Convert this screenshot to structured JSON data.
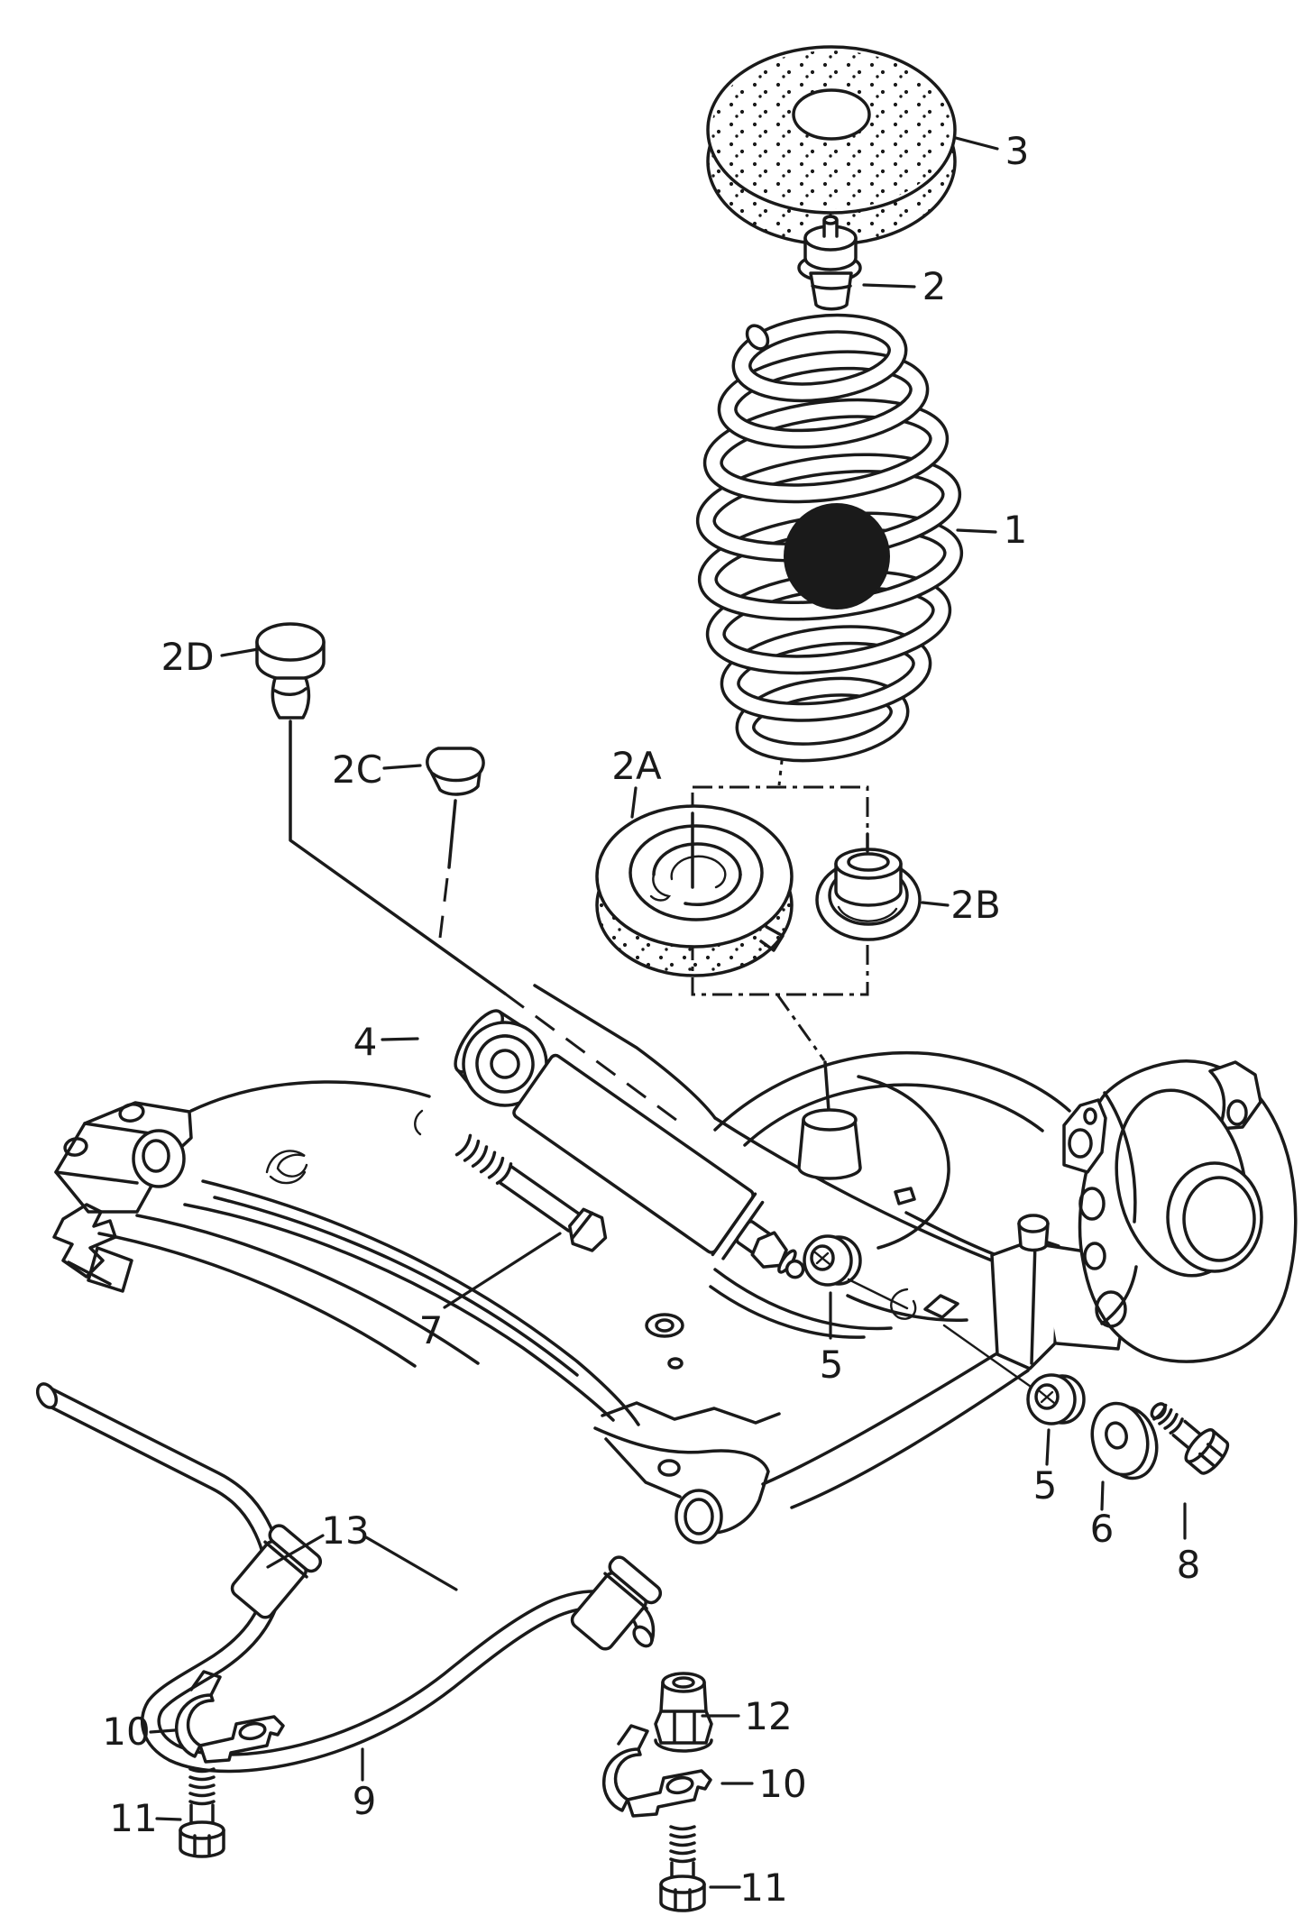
{
  "figure": {
    "kind": "exploded-parts-line-drawing",
    "ink_color": "#1a1a1a",
    "paper_color": "#ffffff"
  },
  "callouts": {
    "c1": {
      "text": "1"
    },
    "c2": {
      "text": "2"
    },
    "c3": {
      "text": "3"
    },
    "c2a": {
      "text": "2A"
    },
    "c2b": {
      "text": "2B"
    },
    "c2c": {
      "text": "2C"
    },
    "c2d": {
      "text": "2D"
    },
    "c4": {
      "text": "4"
    },
    "c5a": {
      "text": "5"
    },
    "c5b": {
      "text": "5"
    },
    "c6": {
      "text": "6"
    },
    "c7": {
      "text": "7"
    },
    "c8": {
      "text": "8"
    },
    "c9": {
      "text": "9"
    },
    "c10a": {
      "text": "10"
    },
    "c10b": {
      "text": "10"
    },
    "c11a": {
      "text": "11"
    },
    "c11b": {
      "text": "11"
    },
    "c12": {
      "text": "12"
    },
    "c13": {
      "text": "13"
    }
  }
}
